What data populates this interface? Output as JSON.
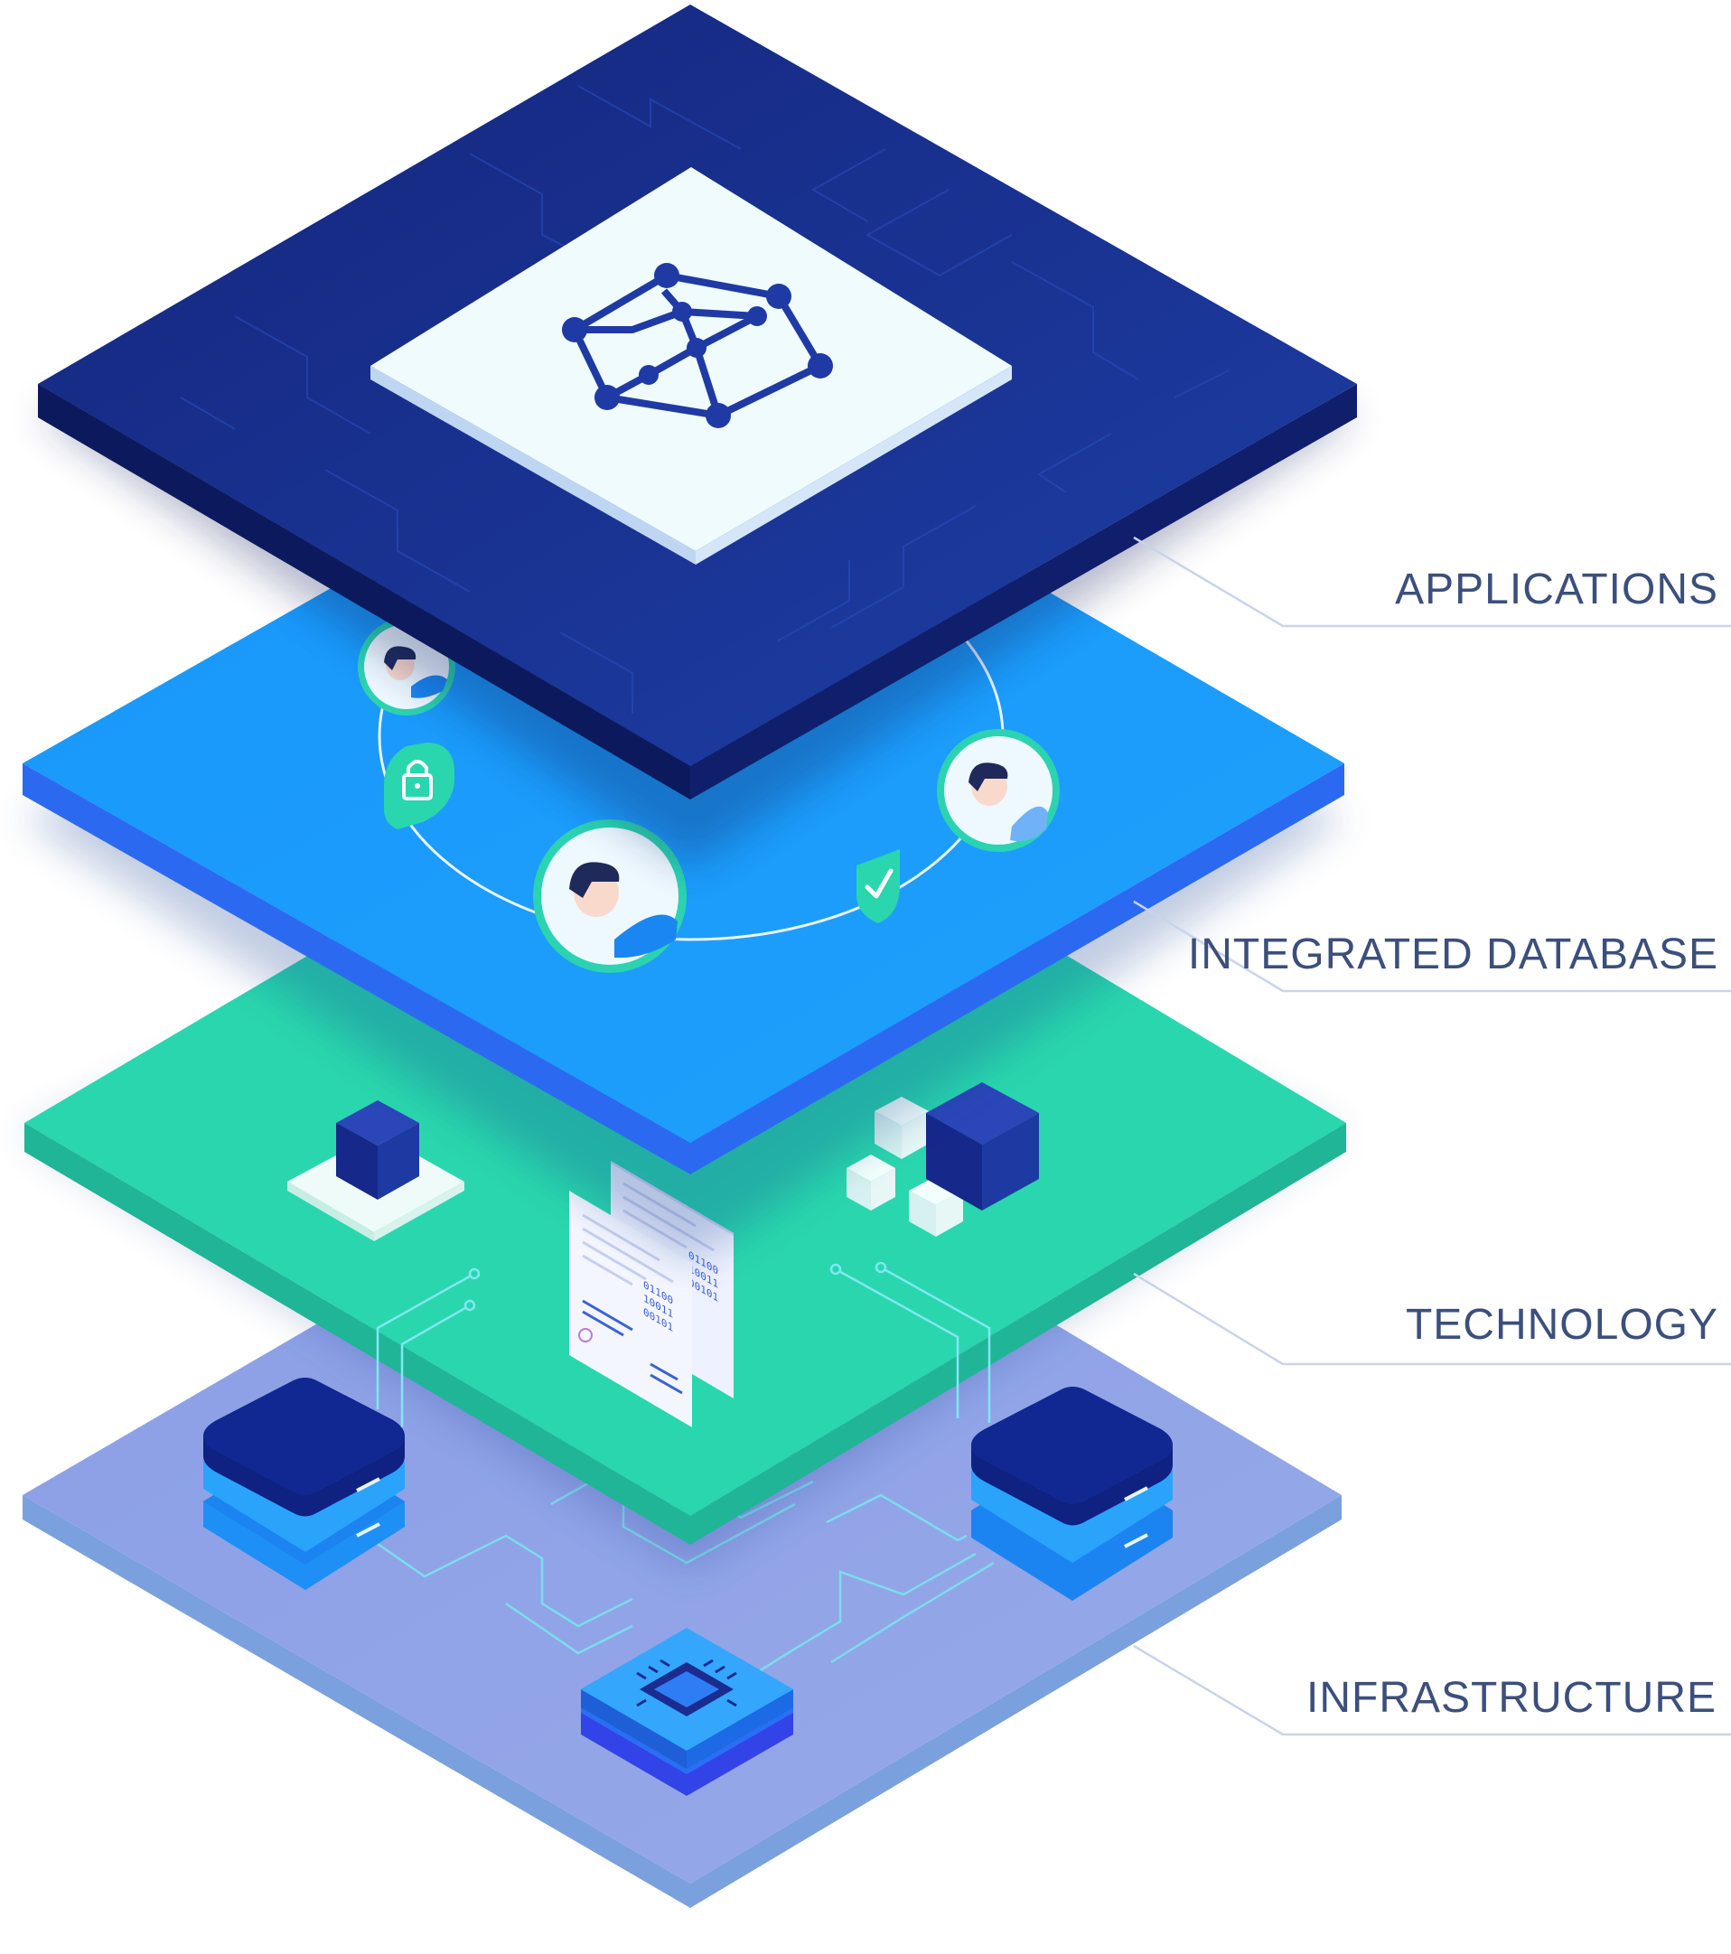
{
  "diagram": {
    "layers": [
      {
        "id": "applications",
        "label": "APPLICATIONS",
        "top_color": "#1b3596",
        "side_color": "#0f1f6b"
      },
      {
        "id": "integrated-database",
        "label": "INTEGRATED DATABASE",
        "top_color": "#1a9bfb",
        "side_color": "#2b6af0"
      },
      {
        "id": "technology",
        "label": "TECHNOLOGY",
        "top_color": "#2ad6ad",
        "side_color": "#1fb592"
      },
      {
        "id": "infrastructure",
        "label": "INFRASTRUCTURE",
        "top_color": "#8fa2e5",
        "side_color": "#6f9fdc"
      }
    ],
    "icons": {
      "top": "network-cube-icon",
      "database": [
        "user-avatar-icon",
        "padlock-icon",
        "shield-check-icon"
      ],
      "technology": [
        "cube-icon",
        "document-icon"
      ],
      "infrastructure": [
        "server-icon",
        "cpu-chip-icon"
      ]
    },
    "binary_lines": [
      "01100",
      "10011",
      "00101"
    ]
  }
}
